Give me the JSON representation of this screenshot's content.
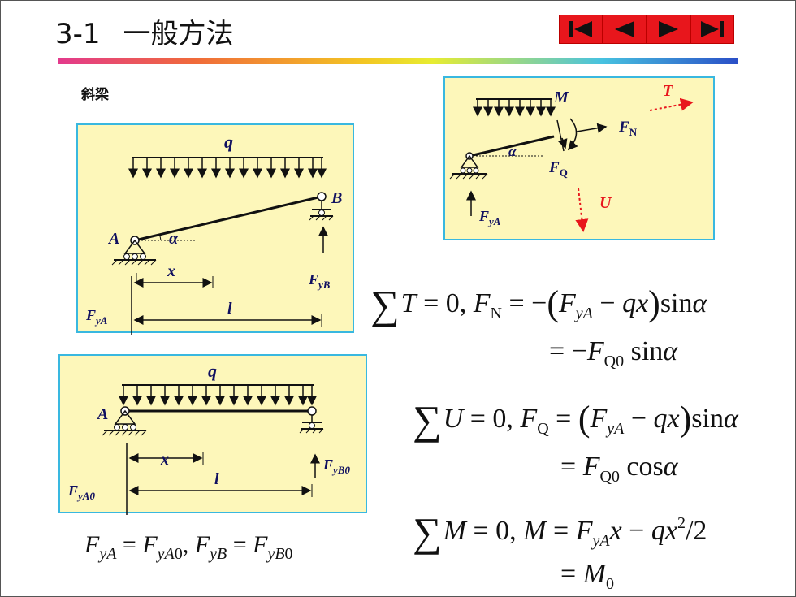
{
  "title": {
    "number": "3-1",
    "text": "一般方法"
  },
  "nav": {
    "buttons": [
      "first",
      "previous",
      "next",
      "last"
    ]
  },
  "section_label": "斜梁",
  "diagram_inclined": {
    "load": "q",
    "support_a": "A",
    "support_b": "B",
    "angle": "α",
    "dim_x": "x",
    "dim_l": "l",
    "reaction_a": "FyA",
    "reaction_b": "FyB"
  },
  "diagram_free_body": {
    "moment": "M",
    "axial": "FN",
    "shear": "FQ",
    "angle": "α",
    "axis_t": "T",
    "axis_u": "U",
    "reaction": "FyA"
  },
  "diagram_horizontal": {
    "load": "q",
    "support_a": "A",
    "dim_x": "x",
    "dim_l": "l",
    "reaction_a": "FyA0",
    "reaction_b": "FyB0"
  },
  "colors": {
    "panel_fill": "#fdf7ba",
    "panel_border": "#39b8e0",
    "nav_red": "#e8161c",
    "label_blue": "#101060"
  }
}
